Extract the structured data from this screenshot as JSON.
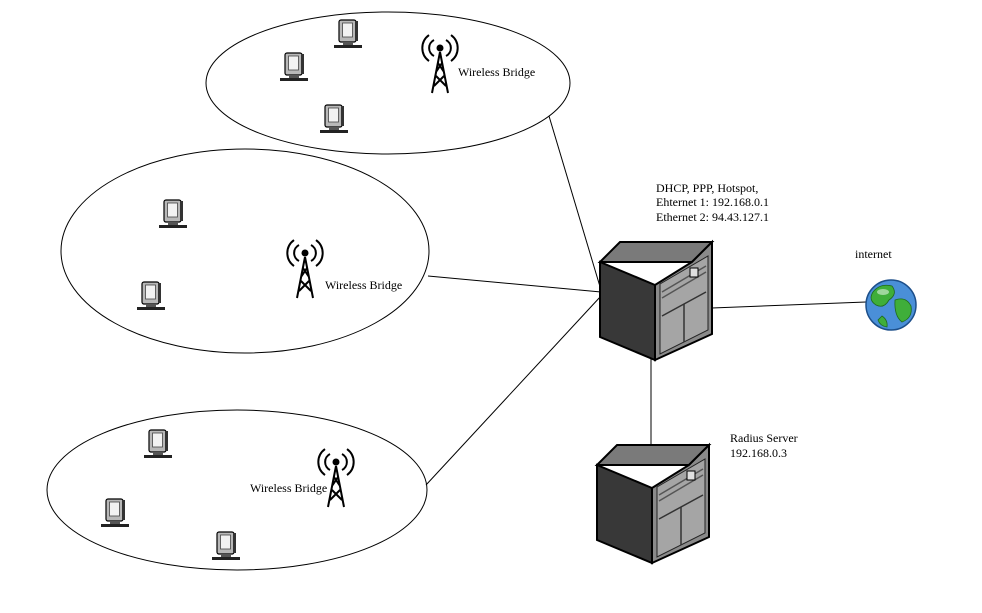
{
  "diagram": {
    "router": {
      "lines": [
        "DHCP, PPP, Hotspot,",
        "Ehternet 1: 192.168.0.1",
        "Ethernet 2: 94.43.127.1"
      ]
    },
    "radius": {
      "lines": [
        "Radius Server",
        "192.168.0.3"
      ]
    },
    "internet": {
      "label": "internet"
    },
    "zones": [
      {
        "bridge_label": "Wireless Bridge",
        "client_count": 3
      },
      {
        "bridge_label": "Wireless Bridge",
        "client_count": 2
      },
      {
        "bridge_label": "Wireless Bridge",
        "client_count": 3
      }
    ]
  }
}
